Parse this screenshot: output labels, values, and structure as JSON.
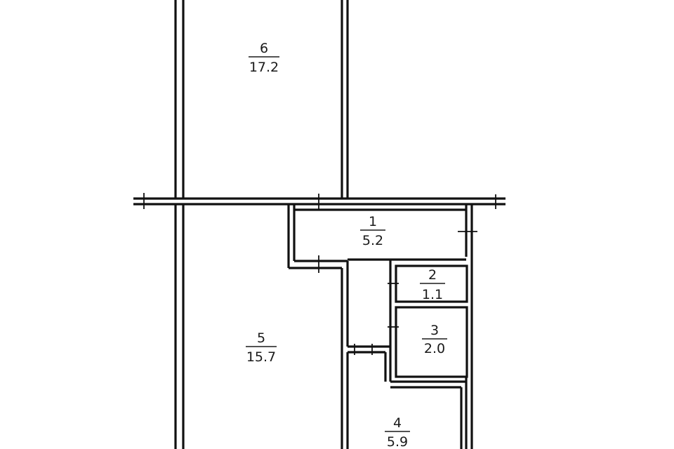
{
  "rooms": [
    {
      "number": "1",
      "area": "5.2"
    },
    {
      "number": "2",
      "area": "1.1"
    },
    {
      "number": "3",
      "area": "2.0"
    },
    {
      "number": "4",
      "area": "5.9"
    },
    {
      "number": "5",
      "area": "15.7"
    },
    {
      "number": "6",
      "area": "17.2"
    }
  ]
}
